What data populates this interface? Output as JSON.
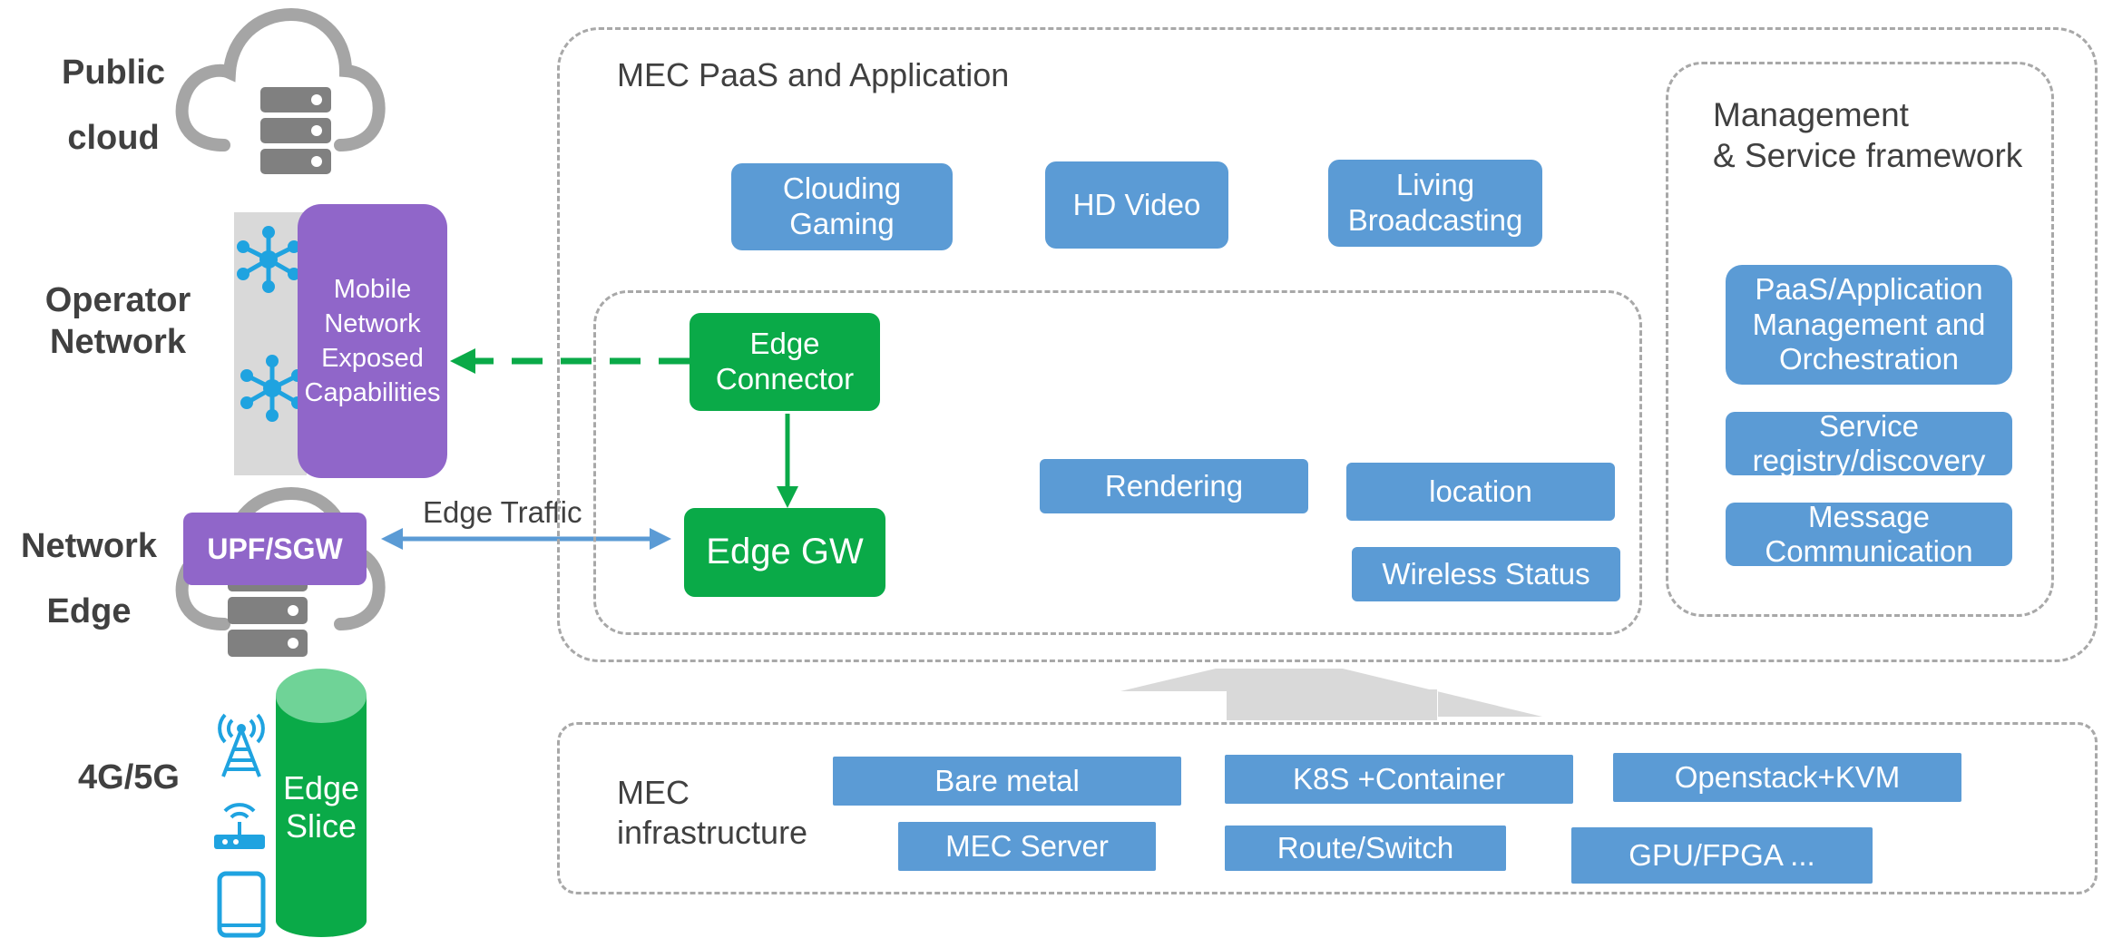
{
  "left_labels": {
    "public_cloud": "Public\ncloud",
    "operator_network": "Operator\nNetwork",
    "network_edge": "Network\nEdge",
    "access": "4G/5G"
  },
  "left_boxes": {
    "mobile_network": "Mobile\nNetwork\nExposed\nCapabilities",
    "upf_sgw": "UPF/SGW",
    "edge_slice": "Edge\nSlice"
  },
  "edge_traffic_label": "Edge Traffic",
  "paas": {
    "title": "MEC PaaS and Application",
    "apps": [
      "Clouding\nGaming",
      "HD Video",
      "Living\nBroadcasting"
    ],
    "edge_connector": "Edge\nConnector",
    "edge_gw": "Edge GW",
    "services": [
      "Rendering",
      "location",
      "Wireless Status"
    ]
  },
  "management": {
    "title": "Management\n& Service framework",
    "items": [
      "PaaS/Application\nManagement and\nOrchestration",
      "Service\nregistry/discovery",
      "Message\nCommunication"
    ]
  },
  "infrastructure": {
    "title": "MEC\ninfrastructure",
    "row1": [
      "Bare metal",
      "K8S +Container",
      "Openstack+KVM"
    ],
    "row2": [
      "MEC Server",
      "Route/Switch",
      "GPU/FPGA ..."
    ]
  },
  "colors": {
    "blue": "#5b9bd5",
    "green": "#0aaa48",
    "purple": "#9066c9",
    "cyan_icon": "#1fa3e0",
    "dashed_border": "#a8a8a8"
  }
}
